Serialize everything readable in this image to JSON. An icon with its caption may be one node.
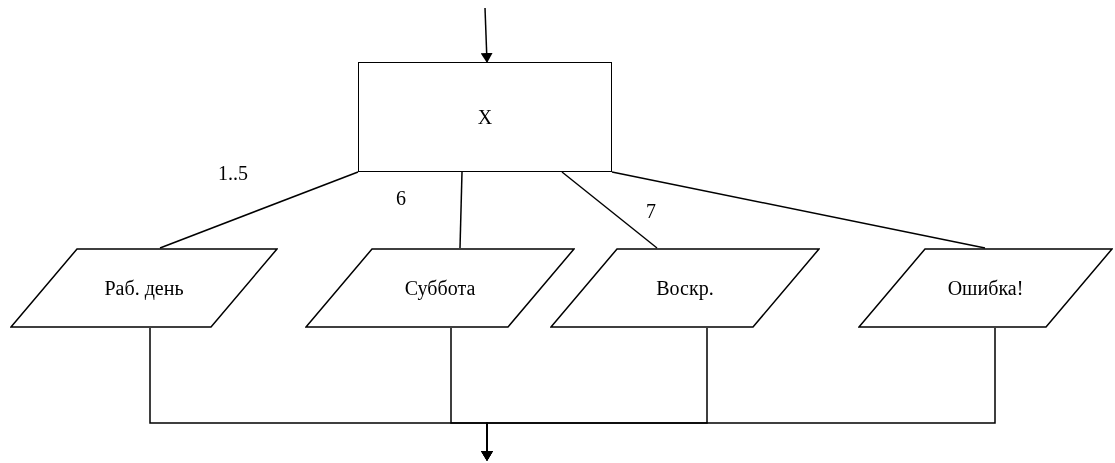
{
  "diagram": {
    "nodes": [
      {
        "text": [
          "X"
        ]
      },
      {
        "text": [
          "Раб. день"
        ]
      },
      {
        "text": [
          "Суббота"
        ]
      },
      {
        "text": [
          "Воскр."
        ]
      },
      {
        "text": [
          "Ошибка!"
        ]
      }
    ],
    "edges": [
      {
        "from": null,
        "to": 0,
        "arrow": "to"
      },
      {
        "from": 0,
        "to": 1,
        "arrow": "none",
        "label": "1..5"
      },
      {
        "from": 0,
        "to": 2,
        "arrow": "none",
        "label": "6"
      },
      {
        "from": 0,
        "to": 3,
        "arrow": "none",
        "label": "7"
      },
      {
        "from": 0,
        "to": 4,
        "arrow": "none"
      },
      {
        "from": 1,
        "to": null,
        "arrow": "to"
      },
      {
        "from": 2,
        "to": null,
        "arrow": "to"
      },
      {
        "from": 3,
        "to": null,
        "arrow": "to"
      },
      {
        "from": 4,
        "to": null,
        "arrow": "to"
      }
    ]
  }
}
